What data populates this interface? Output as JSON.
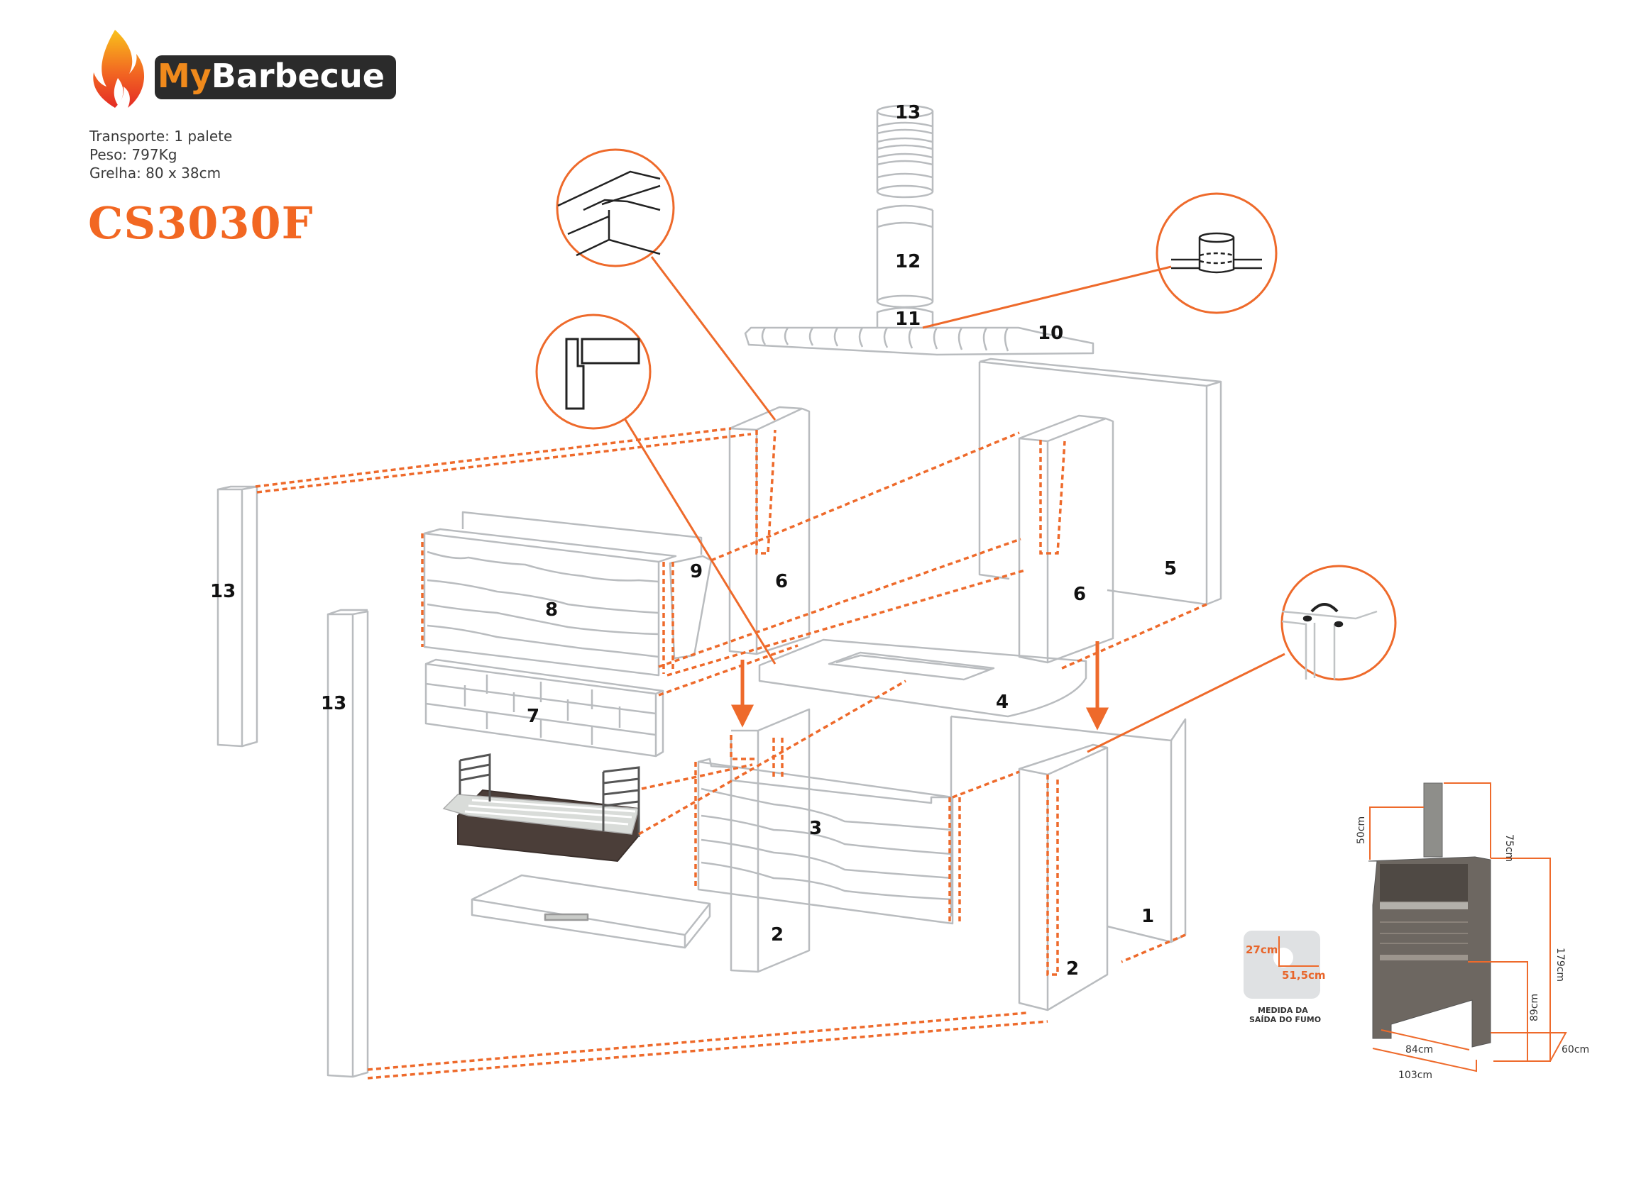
{
  "brand": {
    "name_part1": "My",
    "name_part2": "Barbecue",
    "accent_color": "#f26722",
    "flame_colors": [
      "#f9b21b",
      "#f26722",
      "#e42b25"
    ]
  },
  "specs": [
    "Transporte: 1 palete",
    "Peso: 797Kg",
    "Grelha: 80 x 38cm"
  ],
  "model": "CS3030F",
  "parts": [
    {
      "id": "13",
      "label": "13",
      "name": "chimney-top"
    },
    {
      "id": "12",
      "label": "12",
      "name": "chimney-pipe"
    },
    {
      "id": "11",
      "label": "11",
      "name": "chimney-collar"
    },
    {
      "id": "10",
      "label": "10",
      "name": "hood-top"
    },
    {
      "id": "9",
      "label": "9",
      "name": "side-bracket"
    },
    {
      "id": "8",
      "label": "8",
      "name": "front-panel-upper"
    },
    {
      "id": "7",
      "label": "7",
      "name": "brick-panel"
    },
    {
      "id": "6a",
      "label": "6",
      "name": "upper-side-wall-left"
    },
    {
      "id": "6b",
      "label": "6",
      "name": "upper-side-wall-right"
    },
    {
      "id": "5",
      "label": "5",
      "name": "back-wall-upper"
    },
    {
      "id": "4",
      "label": "4",
      "name": "counter-slab"
    },
    {
      "id": "3",
      "label": "3",
      "name": "front-panel-lower"
    },
    {
      "id": "2a",
      "label": "2",
      "name": "lower-side-wall-left"
    },
    {
      "id": "2b",
      "label": "2",
      "name": "lower-side-wall-right"
    },
    {
      "id": "1",
      "label": "1",
      "name": "back-wall-lower"
    },
    {
      "id": "13a",
      "label": "13",
      "name": "corner-profile-left"
    },
    {
      "id": "13b",
      "label": "13",
      "name": "corner-profile-right"
    }
  ],
  "smoke_outlet": {
    "width": "27cm",
    "depth": "51,5cm",
    "caption_line1": "MEDIDA DA",
    "caption_line2": "SAÍDA DO FUMO"
  },
  "dimensions": {
    "chimney_height": "50cm",
    "chimney_total": "75cm",
    "total_height": "179cm",
    "counter_height": "89cm",
    "inner_width": "84cm",
    "outer_width": "103cm",
    "depth": "60cm"
  }
}
